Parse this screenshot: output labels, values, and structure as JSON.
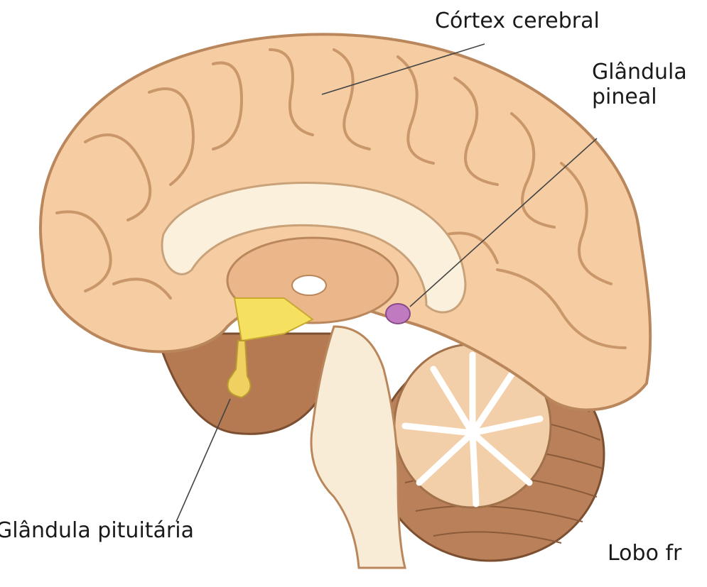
{
  "labels": {
    "cortex": "Córtex cerebral",
    "pineal_line1": "Glândula",
    "pineal_line2": "pineal",
    "pituitary": "Glândula pituitária",
    "lobo": "Lobo fr"
  },
  "colors": {
    "cortex_fill": "#f6cda3",
    "cortex_outline": "#b9875b",
    "corpus_callosum": "#fbf0dc",
    "brainstem": "#f8ecd6",
    "cerebellum_outer": "#b9805a",
    "cerebellum_tree": "#f2cfa8",
    "pineal": "#c07ac0",
    "hypothalamus": "#f6e060",
    "pituitary": "#f0d060",
    "leader_line": "#444444"
  }
}
